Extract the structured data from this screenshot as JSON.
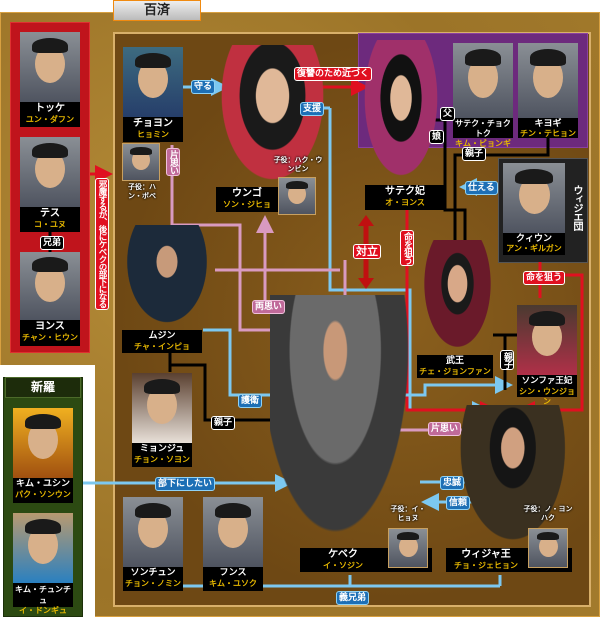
{
  "groups": {
    "baekje": "百済",
    "silla": "新羅",
    "wijie": "ウィジエ団"
  },
  "characters": {
    "tokke": {
      "name": "トッケ",
      "actor": "ユン・ダフン"
    },
    "tesu": {
      "name": "テス",
      "actor": "コ・ユヌ"
    },
    "yonsu": {
      "name": "ヨンス",
      "actor": "チャン・ヒウン"
    },
    "choyon": {
      "name": "チョヨン",
      "actor": "ヒョミン",
      "child": "子役：ハン・ボベ"
    },
    "ungo": {
      "name": "ウンゴ",
      "actor": "ソン・ジヒョ",
      "child": "子役：ハク・ウンビン"
    },
    "satekuhi": {
      "name": "サテク妃",
      "actor": "オ・ヨンス"
    },
    "chotoku": {
      "name": "サテク・チョクトク",
      "actor": "キム・ビョンギ"
    },
    "kiyogi": {
      "name": "キヨギ",
      "actor": "チン・テヒョン"
    },
    "kuiun": {
      "name": "クィウン",
      "actor": "アン・ギルガン"
    },
    "muwang": {
      "name": "武王",
      "actor": "チェ・ジョンファン"
    },
    "sonfa": {
      "name": "ソンファ王妃",
      "actor": "シン・ウンジョン"
    },
    "mujin": {
      "name": "ムジン",
      "actor": "チャ・インピョ"
    },
    "myonju": {
      "name": "ミョンジュ",
      "actor": "チョン・ソヨン"
    },
    "gyebaek": {
      "name": "ケベク",
      "actor": "イ・ソジン",
      "child": "子役：イ・ヒョヌ"
    },
    "uija": {
      "name": "ウィジャ王",
      "actor": "チョ・ジェヒョン",
      "child": "子役：ノ・ヨンハク"
    },
    "sonchun": {
      "name": "ソンチュン",
      "actor": "チョン・ノミン"
    },
    "funsu": {
      "name": "フンス",
      "actor": "キム・ユソク"
    },
    "yushin": {
      "name": "キム・ユシン",
      "actor": "パク・ソンウン"
    },
    "chunchu": {
      "name": "キム・チュンチュ",
      "actor": "イ・ドンギュ"
    }
  },
  "relations": {
    "brothers": "兄弟",
    "tokke_note": "邪魔するが、後にケベクの部下になる",
    "protect": "守る",
    "onesided1": "片思い",
    "revenge": "復讐のため近づく",
    "support": "支援",
    "father": "父",
    "daughter": "娘",
    "parent1": "親子",
    "serve": "仕える",
    "conflict": "対立",
    "target1": "命を狙う",
    "target2": "命を狙う",
    "parent2": "親子",
    "mutual": "両思い",
    "escort": "護衛",
    "parent3": "親子",
    "onesided2": "片思い",
    "loyalty": "忠誠",
    "trust": "信頼",
    "want_sub": "部下にしたい",
    "sworn": "義兄弟"
  }
}
